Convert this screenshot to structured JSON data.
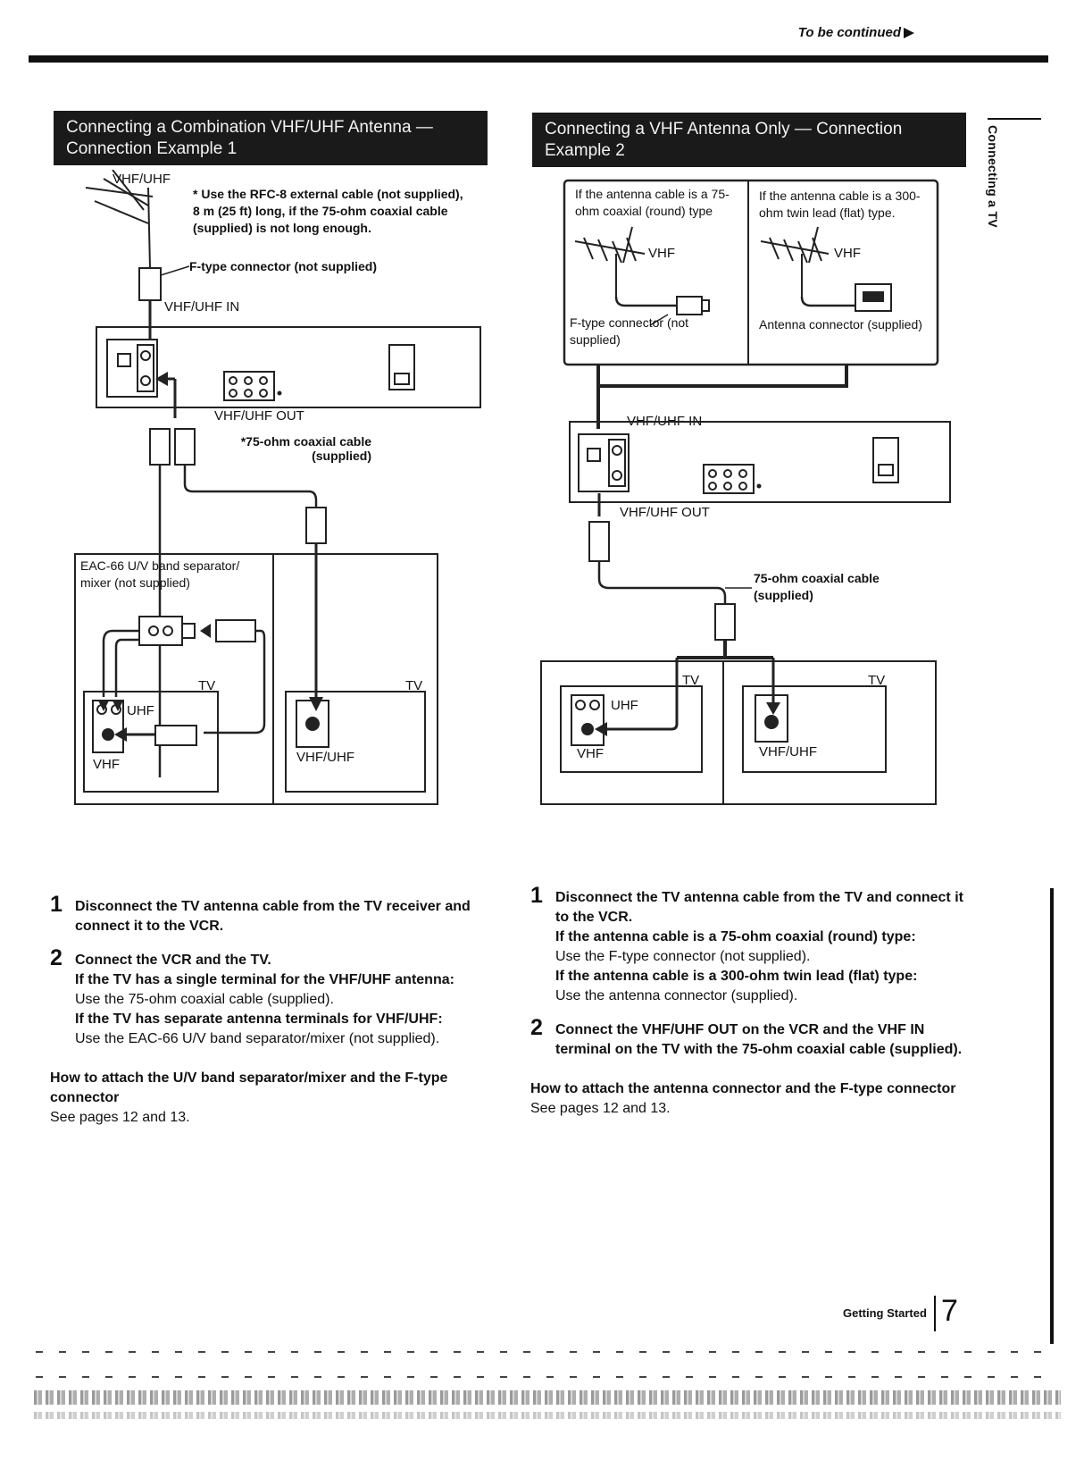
{
  "header": {
    "continued": "To be continued"
  },
  "side_tab": {
    "label": "Connecting a TV"
  },
  "example1": {
    "title": "Connecting a Combination VHF/UHF Antenna — Connection Example 1",
    "labels": {
      "antenna": "VHF/UHF",
      "note": "* Use the RFC-8 external cable (not supplied), 8 m (25 ft) long, if the 75-ohm coaxial cable (supplied) is not long enough.",
      "ftype": "F-type connector (not supplied)",
      "in": "VHF/UHF IN",
      "out": "VHF/UHF OUT",
      "coax": "*75-ohm coaxial cable (supplied)",
      "eac": "EAC-66 U/V band separator/ mixer (not supplied)",
      "tv": "TV",
      "uhf": "UHF",
      "vhf": "VHF",
      "vhfuhf": "VHF/UHF"
    },
    "steps": [
      {
        "num": "1",
        "bold": "Disconnect the TV antenna cable from the TV receiver and connect it to the VCR."
      },
      {
        "num": "2",
        "bold": "Connect the VCR and the TV.",
        "items": [
          {
            "cond": "If the TV has a single terminal for the VHF/UHF antenna:",
            "text": "Use the 75-ohm coaxial cable (supplied)."
          },
          {
            "cond": "If the TV has separate antenna terminals for VHF/UHF:",
            "text": "Use the EAC-66 U/V band separator/mixer (not supplied)."
          }
        ]
      }
    ],
    "howto": {
      "title": "How to attach the U/V band separator/mixer and the F-type connector",
      "text": "See pages 12 and 13."
    }
  },
  "example2": {
    "title": "Connecting a VHF Antenna Only — Connection Example 2",
    "labels": {
      "round_case": "If the antenna cable is a 75-ohm coaxial (round) type",
      "flat_case": "If the antenna cable is a 300-ohm twin lead (flat) type.",
      "vhf": "VHF",
      "ftype": "F-type connector (not supplied)",
      "antconn": "Antenna connector (supplied)",
      "in": "VHF/UHF IN",
      "out": "VHF/UHF OUT",
      "coax": "75-ohm coaxial cable (supplied)",
      "tv": "TV",
      "uhf": "UHF",
      "vhfuhf": "VHF/UHF"
    },
    "steps": [
      {
        "num": "1",
        "bold": "Disconnect the TV antenna cable from the TV and connect it to the VCR.",
        "items": [
          {
            "cond": "If the antenna cable is a 75-ohm coaxial (round) type:",
            "text": "Use the F-type connector (not supplied)."
          },
          {
            "cond": "If the antenna cable is a 300-ohm twin lead (flat) type:",
            "text": "Use the antenna connector (supplied)."
          }
        ]
      },
      {
        "num": "2",
        "bold": "Connect the VHF/UHF OUT on the VCR and the VHF IN terminal on the TV with the 75-ohm coaxial cable (supplied)."
      }
    ],
    "howto": {
      "title": "How to attach the antenna connector and the F-type connector",
      "text": "See pages 12 and 13."
    }
  },
  "footer": {
    "section": "Getting Started",
    "page": "7"
  }
}
